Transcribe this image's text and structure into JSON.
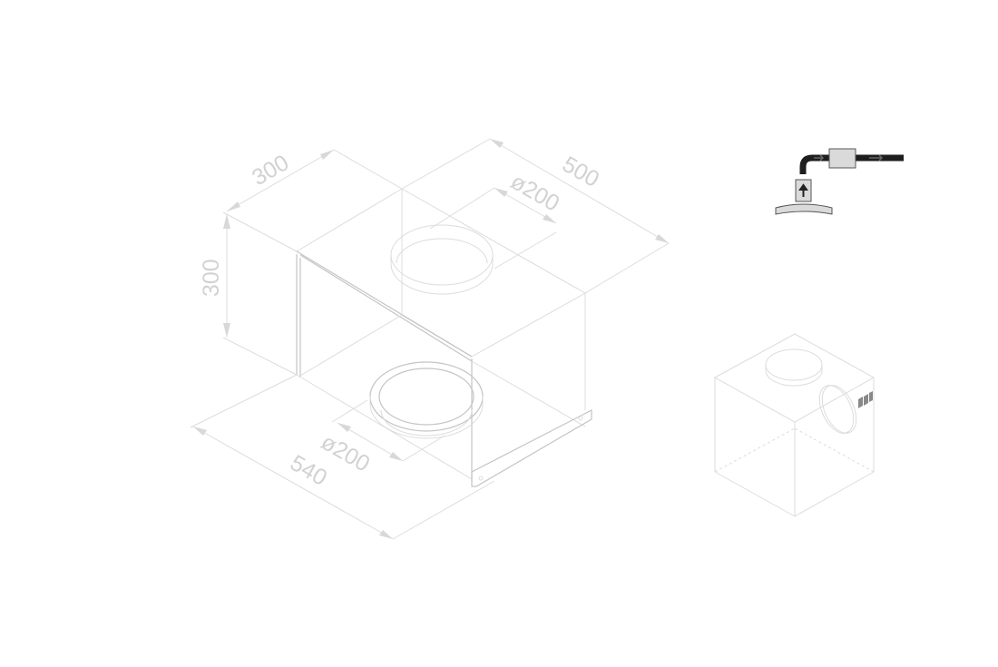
{
  "dimensions": {
    "width_top": "300",
    "depth": "500",
    "duct_top": "ø200",
    "height": "300",
    "duct_bottom": "ø200",
    "width_bottom": "540"
  },
  "icons": [
    "ducted-hood-schematic-icon",
    "box-preview-icon"
  ],
  "colors": {
    "line": "#dcdcdc",
    "text": "#d2d2d2",
    "duct": "#1e1e1e",
    "fill": "#dadada"
  }
}
